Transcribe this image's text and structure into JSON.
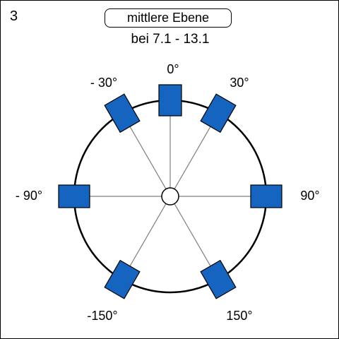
{
  "page_number": "3",
  "title": "mittlere Ebene",
  "subtitle": "bei 7.1 - 13.1",
  "colors": {
    "speaker": "#1565c0",
    "outline": "#000000",
    "line": "#7f7f7f"
  },
  "speakers": [
    {
      "label": "0°",
      "angle": 0
    },
    {
      "label": "30°",
      "angle": 30
    },
    {
      "label": "90°",
      "angle": 90
    },
    {
      "label": "150°",
      "angle": 150
    },
    {
      "label": "-150°",
      "angle": -150
    },
    {
      "label": "- 90°",
      "angle": -90
    },
    {
      "label": "- 30°",
      "angle": -30
    }
  ]
}
